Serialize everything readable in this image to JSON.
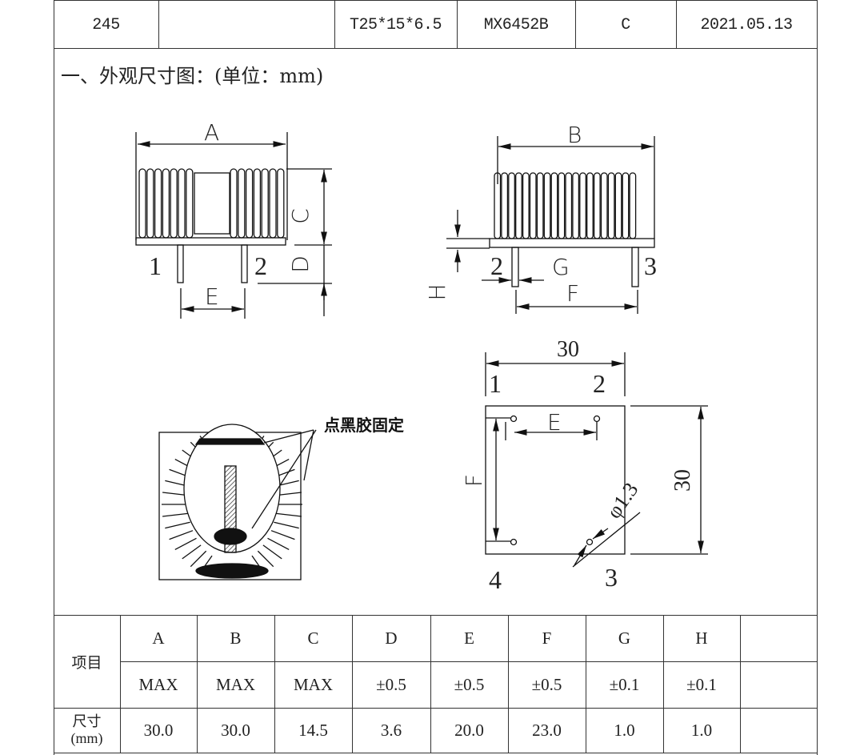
{
  "header_row": [
    "245",
    "",
    "T25*15*6.5",
    "MX6452B",
    "C",
    "2021.05.13"
  ],
  "section_title": "一、外观尺寸图：(单位：mm)",
  "drawings": {
    "front_view": {
      "dims": [
        "A",
        "C",
        "D",
        "E"
      ],
      "pins": [
        "1",
        "2"
      ]
    },
    "side_view": {
      "dims": [
        "B",
        "G",
        "F",
        "H"
      ],
      "pins": [
        "2",
        "3"
      ]
    },
    "top_view": {
      "glue_note": "点黑胶固定"
    },
    "footprint": {
      "width": "30",
      "height": "30",
      "pins": [
        "1",
        "2",
        "3",
        "4"
      ],
      "dims": [
        "E",
        "F"
      ],
      "hole": "φ1.3"
    }
  },
  "spec_table": {
    "row_label_item": "项目",
    "row_label_size": "尺寸",
    "row_label_unit": "(mm)",
    "columns": [
      "A",
      "B",
      "C",
      "D",
      "E",
      "F",
      "G",
      "H",
      ""
    ],
    "tolerances": [
      "MAX",
      "MAX",
      "MAX",
      "±0.5",
      "±0.5",
      "±0.5",
      "±0.1",
      "±0.1",
      ""
    ],
    "values": [
      "30.0",
      "30.0",
      "14.5",
      "3.6",
      "20.0",
      "23.0",
      "1.0",
      "1.0",
      ""
    ]
  }
}
